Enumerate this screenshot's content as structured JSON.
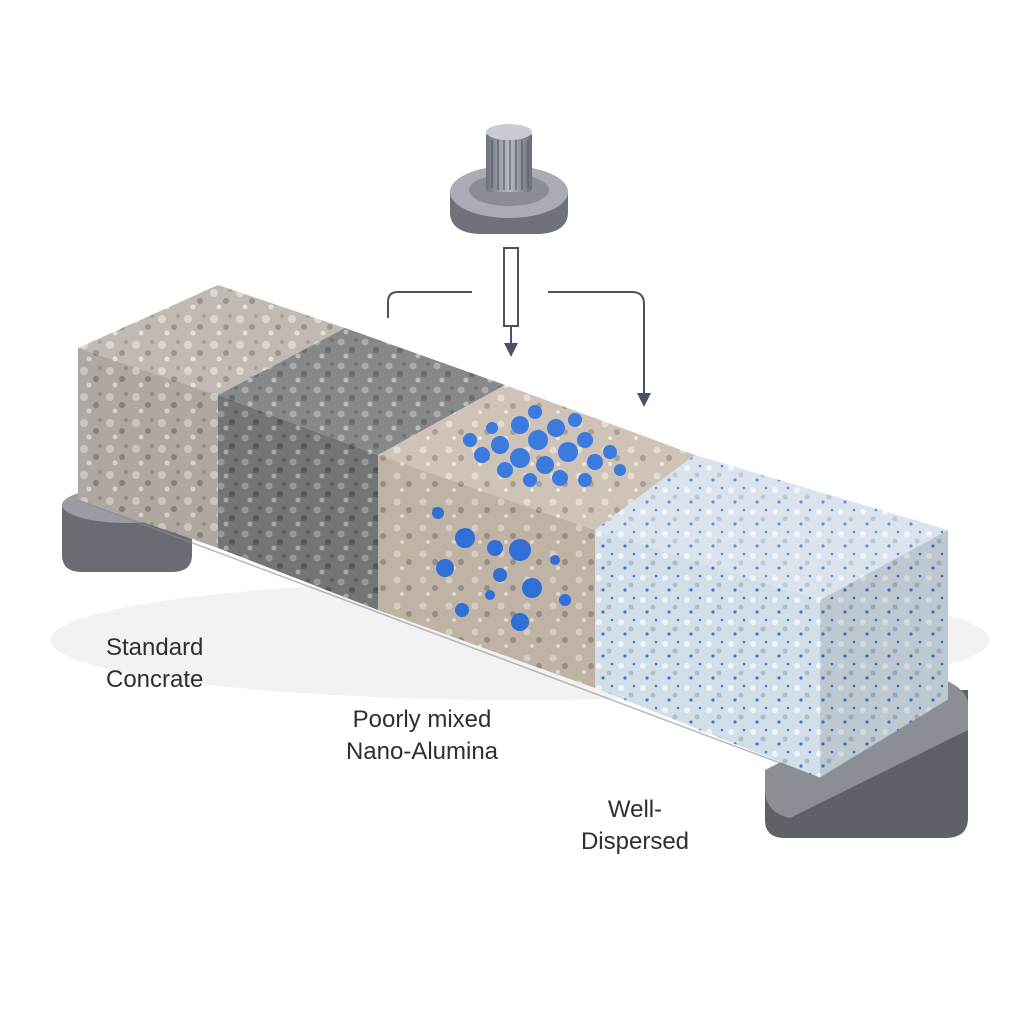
{
  "labels": {
    "standard": {
      "line1": "Standard",
      "line2": "Concrate"
    },
    "poorly": {
      "line1": "Poorly mixed",
      "line2": "Nano-Alumina"
    },
    "well": {
      "line1": "Well-",
      "line2": "Dispersed"
    }
  },
  "colors": {
    "background": "#ffffff",
    "label_text": "#2f2f33",
    "arrow": "#4a5366",
    "nano_particle": "#3b7be0",
    "standard_concrete": "#b8b2aa",
    "dark_concrete": "#7d7f82",
    "poorly_mixed": "#cbbfb1",
    "well_dispersed": "#d6e2ea",
    "support": "#6c6e76",
    "applicator": "#8d9099"
  },
  "icons": {
    "applicator": "mixer-head-icon",
    "arrows": "down-arrow-icon"
  }
}
